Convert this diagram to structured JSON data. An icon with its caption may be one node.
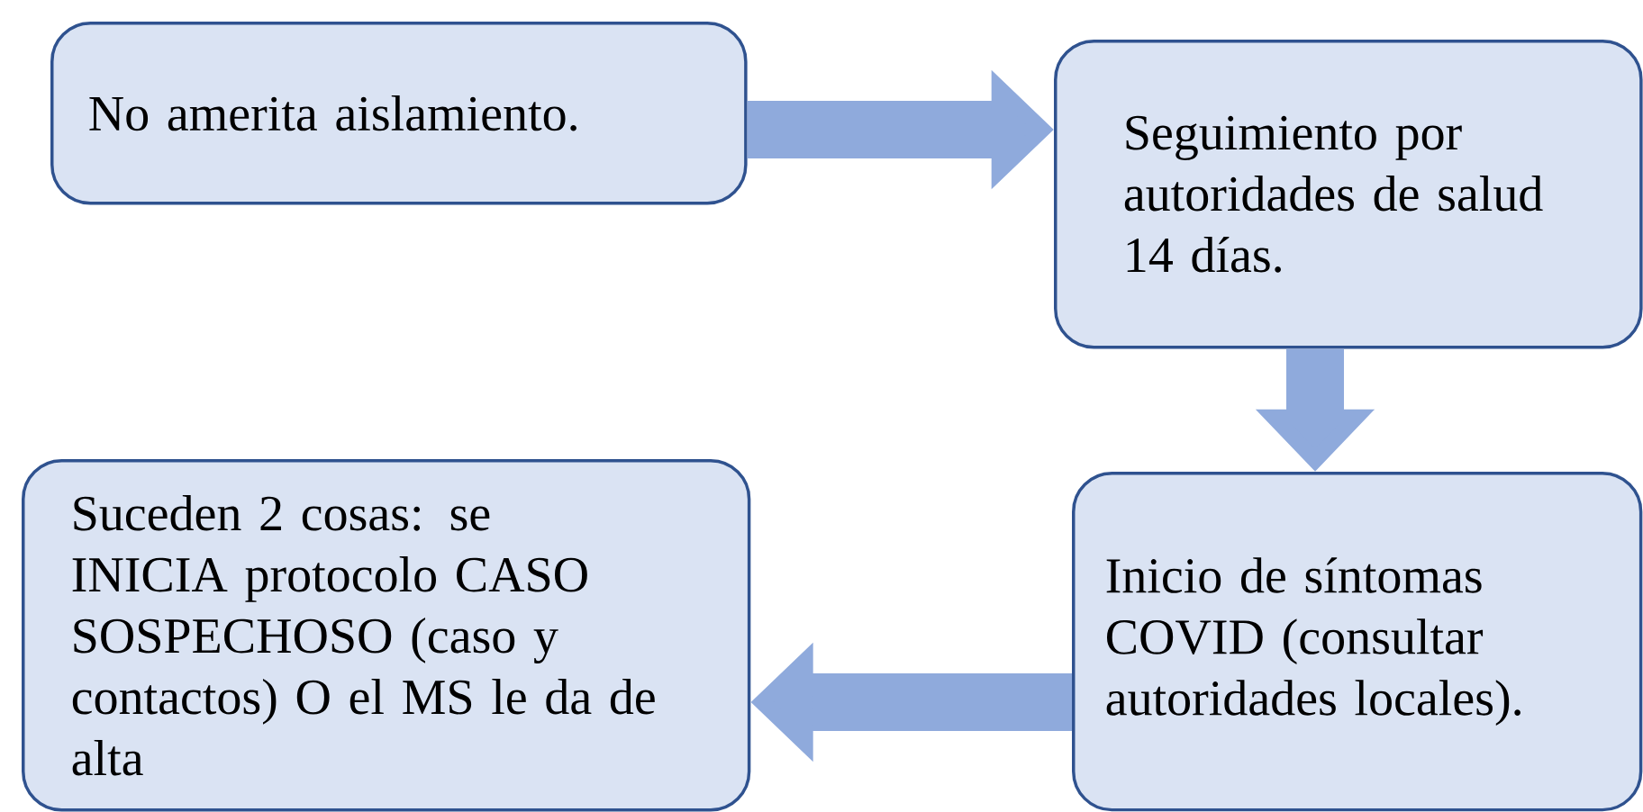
{
  "diagram": {
    "nodes": [
      {
        "text": [
          "No amerita aislamiento."
        ]
      },
      {
        "text": [
          "Seguimiento por autoridades de salud 14 días."
        ]
      },
      {
        "text": [
          "Inicio de síntomas COVID (consultar autoridades locales)."
        ]
      },
      {
        "text": [
          "Suceden 2 cosas: se INICIA protocolo CASO SOSPECHOSO (caso y contactos) O el MS le da de alta"
        ]
      }
    ],
    "edges": [
      {
        "from": 0,
        "to": 1,
        "arrow": "to"
      },
      {
        "from": 1,
        "to": 2,
        "arrow": "to"
      },
      {
        "from": 2,
        "to": 3,
        "arrow": "to"
      }
    ]
  }
}
